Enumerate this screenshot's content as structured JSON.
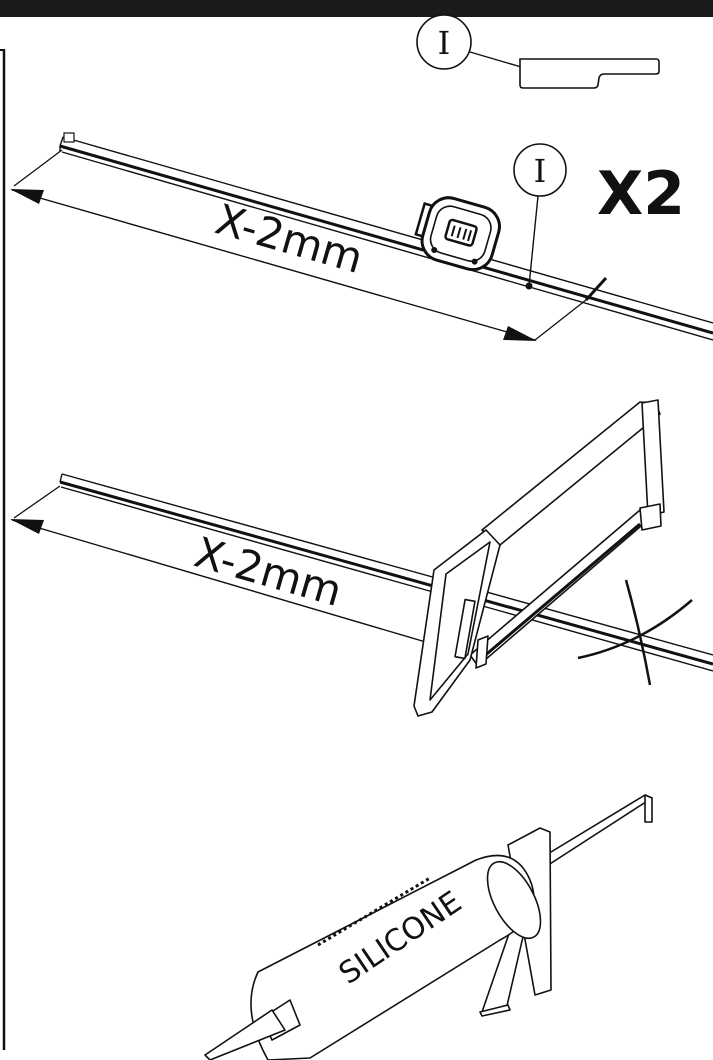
{
  "callout_label": "I",
  "step1": {
    "measure_label": "X-2mm",
    "multiplier_label": "X2"
  },
  "step2": {
    "measure_label": "X-2mm"
  },
  "step3": {
    "tube_label": "SILICONE"
  },
  "colors": {
    "ink": "#111111",
    "paper": "#ffffff"
  }
}
